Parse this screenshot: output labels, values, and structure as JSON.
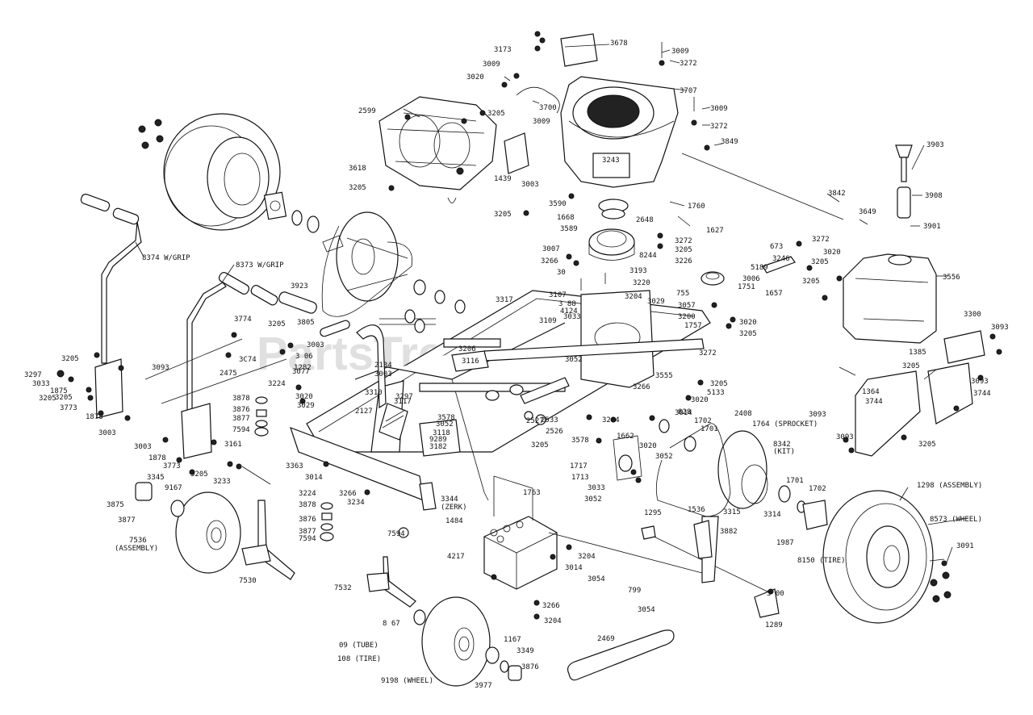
{
  "watermark": "PartsTree",
  "labels": [
    {
      "id": "3173",
      "text": "3173"
    },
    {
      "id": "3678",
      "text": "3678"
    },
    {
      "id": "3009a",
      "text": "3009"
    },
    {
      "id": "3272a",
      "text": "3272"
    },
    {
      "id": "3009b",
      "text": "3009"
    },
    {
      "id": "3020a",
      "text": "3020"
    },
    {
      "id": "3707",
      "text": "3707"
    },
    {
      "id": "2599",
      "text": "2599"
    },
    {
      "id": "3700",
      "text": "3700"
    },
    {
      "id": "3205a",
      "text": "3205"
    },
    {
      "id": "3009c",
      "text": "3009"
    },
    {
      "id": "3009d",
      "text": "3009"
    },
    {
      "id": "3272b",
      "text": "3272"
    },
    {
      "id": "3849",
      "text": "3849"
    },
    {
      "id": "3903",
      "text": "3903"
    },
    {
      "id": "3618",
      "text": "3618"
    },
    {
      "id": "3243",
      "text": "3243"
    },
    {
      "id": "1439",
      "text": "1439"
    },
    {
      "id": "3003a",
      "text": "3003"
    },
    {
      "id": "3205b",
      "text": "3205"
    },
    {
      "id": "3590",
      "text": "3590"
    },
    {
      "id": "1760",
      "text": "1760"
    },
    {
      "id": "3842",
      "text": "3842"
    },
    {
      "id": "3908",
      "text": "3908"
    },
    {
      "id": "3205c",
      "text": "3205"
    },
    {
      "id": "1668",
      "text": "1668"
    },
    {
      "id": "2648",
      "text": "2648"
    },
    {
      "id": "3649",
      "text": "3649"
    },
    {
      "id": "3589",
      "text": "3589"
    },
    {
      "id": "1627",
      "text": "1627"
    },
    {
      "id": "3901",
      "text": "3901"
    },
    {
      "id": "3272c",
      "text": "3272"
    },
    {
      "id": "3272d",
      "text": "3272"
    },
    {
      "id": "3205d",
      "text": "3205"
    },
    {
      "id": "673",
      "text": "673"
    },
    {
      "id": "3020b",
      "text": "3020"
    },
    {
      "id": "8374",
      "text": "8374 W/GRIP"
    },
    {
      "id": "3007",
      "text": "3007"
    },
    {
      "id": "3266a",
      "text": "3266"
    },
    {
      "id": "8244",
      "text": "8244"
    },
    {
      "id": "3226",
      "text": "3226"
    },
    {
      "id": "3246",
      "text": "3246"
    },
    {
      "id": "5189",
      "text": "5189"
    },
    {
      "id": "3205e",
      "text": "3205"
    },
    {
      "id": "8373",
      "text": "8373 W/GRIP"
    },
    {
      "id": "3193",
      "text": "3193"
    },
    {
      "id": "3205f",
      "text": "3205"
    },
    {
      "id": "3556",
      "text": "3556"
    },
    {
      "id": "3220",
      "text": "3220"
    },
    {
      "id": "3006",
      "text": "3006"
    },
    {
      "id": "1751",
      "text": "1751"
    },
    {
      "id": "1657",
      "text": "1657"
    },
    {
      "id": "3923",
      "text": "3923"
    },
    {
      "id": "30x",
      "text": "30"
    },
    {
      "id": "3107",
      "text": "3107"
    },
    {
      "id": "755",
      "text": "755"
    },
    {
      "id": "3204a",
      "text": "3204"
    },
    {
      "id": "3088",
      "text": "3 88"
    },
    {
      "id": "4124",
      "text": "4124"
    },
    {
      "id": "3057",
      "text": "3057"
    },
    {
      "id": "3317",
      "text": "3317"
    },
    {
      "id": "3029a",
      "text": "3029"
    },
    {
      "id": "3200",
      "text": "3200"
    },
    {
      "id": "3020c",
      "text": "3020"
    },
    {
      "id": "3300",
      "text": "3300"
    },
    {
      "id": "3774",
      "text": "3774"
    },
    {
      "id": "3205g",
      "text": "3205"
    },
    {
      "id": "3805",
      "text": "3805"
    },
    {
      "id": "3109",
      "text": "3109"
    },
    {
      "id": "3033a",
      "text": "3033"
    },
    {
      "id": "1757",
      "text": "1757"
    },
    {
      "id": "3205h",
      "text": "3205"
    },
    {
      "id": "3093a",
      "text": "3093"
    },
    {
      "id": "3003b",
      "text": "3003"
    },
    {
      "id": "3272e",
      "text": "3272"
    },
    {
      "id": "3074",
      "text": "3C74"
    },
    {
      "id": "3206",
      "text": "3206"
    },
    {
      "id": "1385",
      "text": "1385"
    },
    {
      "id": "3205i",
      "text": "3205"
    },
    {
      "id": "3006b",
      "text": "3 06"
    },
    {
      "id": "3052a",
      "text": "3052"
    },
    {
      "id": "3093b",
      "text": "3093"
    },
    {
      "id": "1282",
      "text": "1282"
    },
    {
      "id": "3077",
      "text": "3077"
    },
    {
      "id": "2134",
      "text": "2134"
    },
    {
      "id": "3116",
      "text": "3116"
    },
    {
      "id": "3205j",
      "text": "3205"
    },
    {
      "id": "3297",
      "text": "3297"
    },
    {
      "id": "3033b",
      "text": "3033"
    },
    {
      "id": "3205k",
      "text": "3205"
    },
    {
      "id": "3093c",
      "text": "3093"
    },
    {
      "id": "2475",
      "text": "2475"
    },
    {
      "id": "3003c",
      "text": "3003"
    },
    {
      "id": "3555",
      "text": "3555"
    },
    {
      "id": "1875",
      "text": "1875"
    },
    {
      "id": "3224a",
      "text": "3224"
    },
    {
      "id": "3205l",
      "text": "3205"
    },
    {
      "id": "1364",
      "text": "1364"
    },
    {
      "id": "3205m",
      "text": "3205"
    },
    {
      "id": "3266b",
      "text": "3266"
    },
    {
      "id": "5133",
      "text": "5133"
    },
    {
      "id": "3093d",
      "text": "3093"
    },
    {
      "id": "3773a",
      "text": "3773"
    },
    {
      "id": "3878a",
      "text": "3878"
    },
    {
      "id": "3020d",
      "text": "3020"
    },
    {
      "id": "3310",
      "text": "3310"
    },
    {
      "id": "3297b",
      "text": "3297"
    },
    {
      "id": "3117",
      "text": "3117"
    },
    {
      "id": "3020e",
      "text": "3020"
    },
    {
      "id": "3744a",
      "text": "3744"
    },
    {
      "id": "3744b",
      "text": "3744"
    },
    {
      "id": "1878a",
      "text": "1878"
    },
    {
      "id": "3029b",
      "text": "3029"
    },
    {
      "id": "3876",
      "text": "3876"
    },
    {
      "id": "2127",
      "text": "2127"
    },
    {
      "id": "3578a",
      "text": "3578"
    },
    {
      "id": "2527",
      "text": "2527"
    },
    {
      "id": "3014a",
      "text": "3014"
    },
    {
      "id": "828",
      "text": "828"
    },
    {
      "id": "2408",
      "text": "2408"
    },
    {
      "id": "1764",
      "text": "1764 (SPROCKET)"
    },
    {
      "id": "3003d",
      "text": "3003"
    },
    {
      "id": "3877a",
      "text": "3877"
    },
    {
      "id": "3052b",
      "text": "3052"
    },
    {
      "id": "3204b",
      "text": "3204"
    },
    {
      "id": "1702a",
      "text": "1702"
    },
    {
      "id": "3093e",
      "text": "3093"
    },
    {
      "id": "7594a",
      "text": "7594"
    },
    {
      "id": "3118",
      "text": "3118"
    },
    {
      "id": "2533",
      "text": "2533"
    },
    {
      "id": "2526",
      "text": "2526"
    },
    {
      "id": "1701a",
      "text": "1701"
    },
    {
      "id": "3205n",
      "text": "3205"
    },
    {
      "id": "3161",
      "text": "3161"
    },
    {
      "id": "9289",
      "text": "9289"
    },
    {
      "id": "3578b",
      "text": "3578"
    },
    {
      "id": "1662",
      "text": "1662"
    },
    {
      "id": "8342",
      "text": "8342"
    },
    {
      "id": "kit",
      "text": "(KIT)"
    },
    {
      "id": "3003e",
      "text": "3003"
    },
    {
      "id": "3182",
      "text": "3182"
    },
    {
      "id": "3205o",
      "text": "3205"
    },
    {
      "id": "3020f",
      "text": "3020"
    },
    {
      "id": "1878b",
      "text": "1878"
    },
    {
      "id": "3773b",
      "text": "3773"
    },
    {
      "id": "3052c",
      "text": "3052"
    },
    {
      "id": "3205p",
      "text": "3205"
    },
    {
      "id": "1717",
      "text": "1717"
    },
    {
      "id": "3014b",
      "text": "3014"
    },
    {
      "id": "3233",
      "text": "3233"
    },
    {
      "id": "3363",
      "text": "3363"
    },
    {
      "id": "1713",
      "text": "1713"
    },
    {
      "id": "3345",
      "text": "3345"
    },
    {
      "id": "3033c",
      "text": "3033"
    },
    {
      "id": "9167",
      "text": "9167"
    },
    {
      "id": "1763",
      "text": "1763"
    },
    {
      "id": "3224b",
      "text": "3224"
    },
    {
      "id": "3266c",
      "text": "3266"
    },
    {
      "id": "3344",
      "text": "3344"
    },
    {
      "id": "zerk",
      "text": "(ZERK)"
    },
    {
      "id": "3052d",
      "text": "3052"
    },
    {
      "id": "1536",
      "text": "1536"
    },
    {
      "id": "3315",
      "text": "3315"
    },
    {
      "id": "3314",
      "text": "3314"
    },
    {
      "id": "1701b",
      "text": "1701"
    },
    {
      "id": "1702b",
      "text": "1702"
    },
    {
      "id": "1298",
      "text": "1298 (ASSEMBLY)"
    },
    {
      "id": "3875",
      "text": "3875"
    },
    {
      "id": "3234",
      "text": "3234"
    },
    {
      "id": "3878b",
      "text": "3878"
    },
    {
      "id": "3877b",
      "text": "3877"
    },
    {
      "id": "1484",
      "text": "1484"
    },
    {
      "id": "1295",
      "text": "1295"
    },
    {
      "id": "3882",
      "text": "3882"
    },
    {
      "id": "8573",
      "text": "8573 (WHEEL)"
    },
    {
      "id": "3876b",
      "text": "3876"
    },
    {
      "id": "3877c",
      "text": "3877"
    },
    {
      "id": "7594b",
      "text": "7594"
    },
    {
      "id": "1987",
      "text": "1987"
    },
    {
      "id": "7536",
      "text": "7536"
    },
    {
      "id": "assembly",
      "text": "(ASSEMBLY)"
    },
    {
      "id": "7594c",
      "text": "7594"
    },
    {
      "id": "4217",
      "text": "4217"
    },
    {
      "id": "3204c",
      "text": "3204"
    },
    {
      "id": "8150",
      "text": "8150 (TIRE)"
    },
    {
      "id": "3091",
      "text": "3091"
    },
    {
      "id": "3014c",
      "text": "3014"
    },
    {
      "id": "3054a",
      "text": "3054"
    },
    {
      "id": "7530",
      "text": "7530"
    },
    {
      "id": "799",
      "text": "799"
    },
    {
      "id": "7532",
      "text": "7532"
    },
    {
      "id": "3266d",
      "text": "3266"
    },
    {
      "id": "3100",
      "text": "3 00"
    },
    {
      "id": "3054b",
      "text": "3054"
    },
    {
      "id": "3204d",
      "text": "3204"
    },
    {
      "id": "1289",
      "text": "1289"
    },
    {
      "id": "8167",
      "text": "8 67"
    },
    {
      "id": "2469",
      "text": "2469"
    },
    {
      "id": "1167",
      "text": "1167"
    },
    {
      "id": "tube",
      "text": "09 (TUBE)"
    },
    {
      "id": "3349",
      "text": "3349"
    },
    {
      "id": "tire108",
      "text": "108 (TIRE)"
    },
    {
      "id": "3876c",
      "text": "3876"
    },
    {
      "id": "wheel9198",
      "text": "9198 (WHEEL)"
    },
    {
      "id": "3977",
      "text": "3977"
    }
  ]
}
